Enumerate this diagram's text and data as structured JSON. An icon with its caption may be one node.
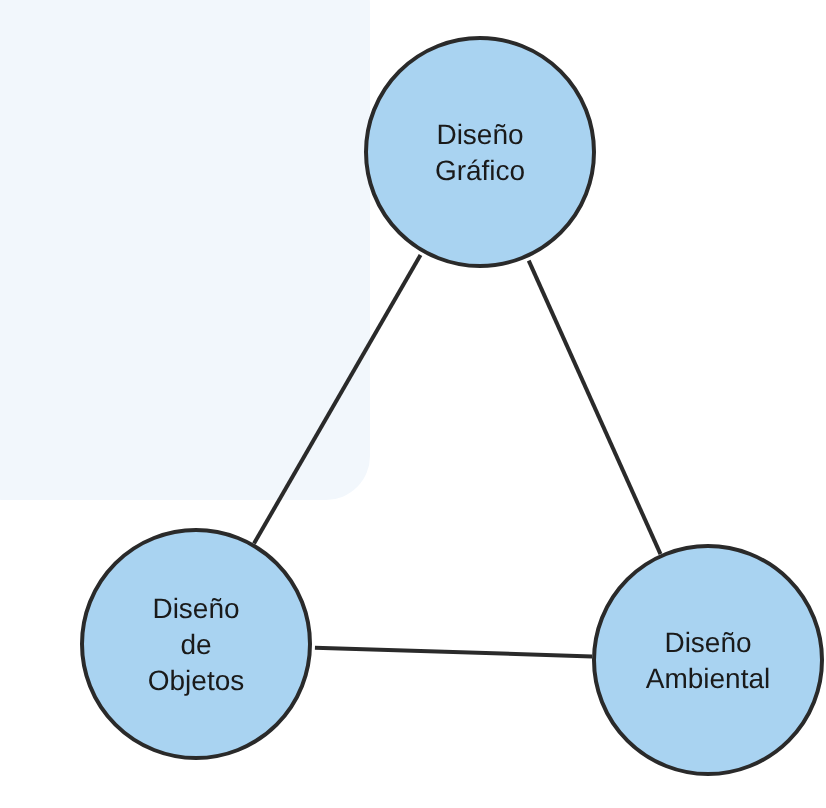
{
  "diagram": {
    "nodes": [
      {
        "text": [
          "Diseño Gráfico"
        ]
      },
      {
        "text": [
          "Diseño de Objetos"
        ]
      },
      {
        "text": [
          "Diseño Ambiental"
        ]
      }
    ],
    "edges": [
      {
        "from": 0,
        "to": 1,
        "arrow": "none"
      },
      {
        "from": 0,
        "to": 2,
        "arrow": "none"
      },
      {
        "from": 1,
        "to": 2,
        "arrow": "none"
      }
    ]
  }
}
